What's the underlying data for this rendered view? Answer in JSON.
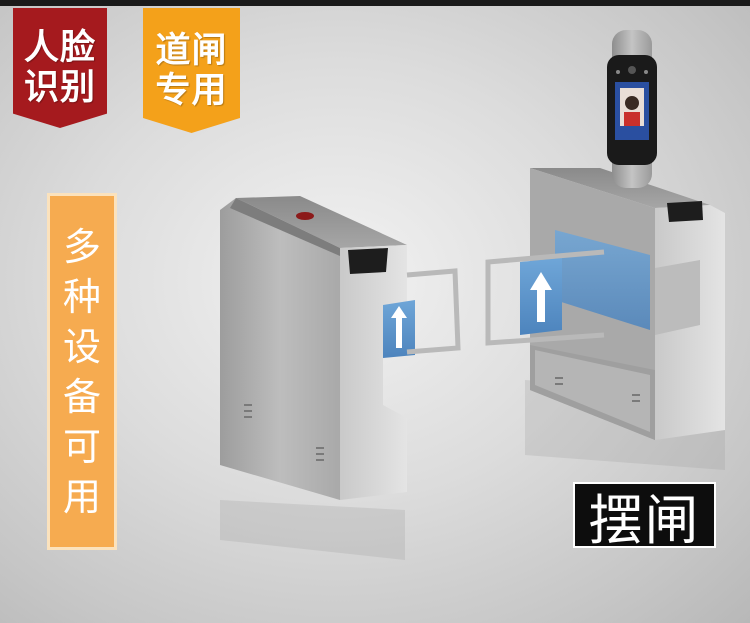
{
  "badges": {
    "left": {
      "line1": "人脸",
      "line2": "识别",
      "color": "#a51a1e"
    },
    "right": {
      "line1": "道闸",
      "line2": "专用",
      "color": "#f4a11a"
    }
  },
  "vertical_panel": {
    "chars": [
      "多",
      "种",
      "设",
      "备",
      "可",
      "用"
    ],
    "color": "#f6ab50"
  },
  "product_label": "摆闸",
  "icons": [
    "face-recognition-terminal-icon",
    "card-reader-icon",
    "up-arrow-icon"
  ]
}
